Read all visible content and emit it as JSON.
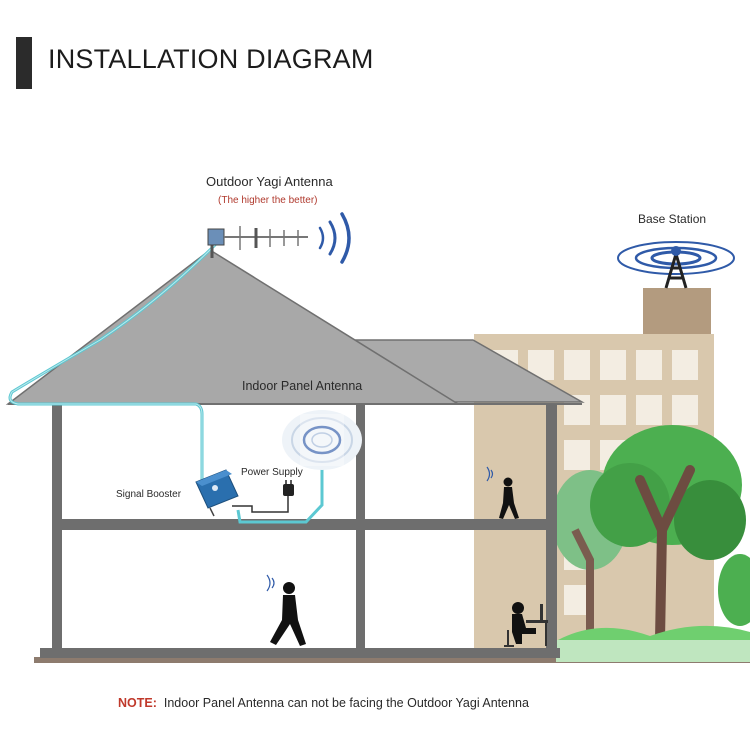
{
  "header": {
    "title": "INSTALLATION DIAGRAM"
  },
  "labels": {
    "outdoor_antenna": "Outdoor Yagi Antenna",
    "outdoor_antenna_hint": "(The higher the better)",
    "base_station": "Base Station",
    "indoor_panel_antenna": "Indoor Panel Antenna",
    "power_supply": "Power Supply",
    "signal_booster": "Signal Booster"
  },
  "footer": {
    "note_key": "NOTE",
    "note_sep": ":",
    "note_text": "Indoor Panel Antenna can not be facing the Outdoor Yagi Antenna"
  },
  "colors": {
    "cable": "#5cc8d2",
    "roof": "#a9a9a9",
    "walls": "#6e6e6e",
    "building": "#d8c7ab",
    "tree_green": "#4caf50",
    "trunk": "#6d4c41",
    "signal_blue": "#2f5aa8",
    "booster": "#2a6fae",
    "note_red": "#c0392b"
  },
  "icons": [
    "yagi-antenna-icon",
    "cell-tower-icon",
    "panel-antenna-icon",
    "signal-booster-icon",
    "power-plug-icon",
    "person-phone-icon",
    "person-desk-icon",
    "tree-icon"
  ]
}
